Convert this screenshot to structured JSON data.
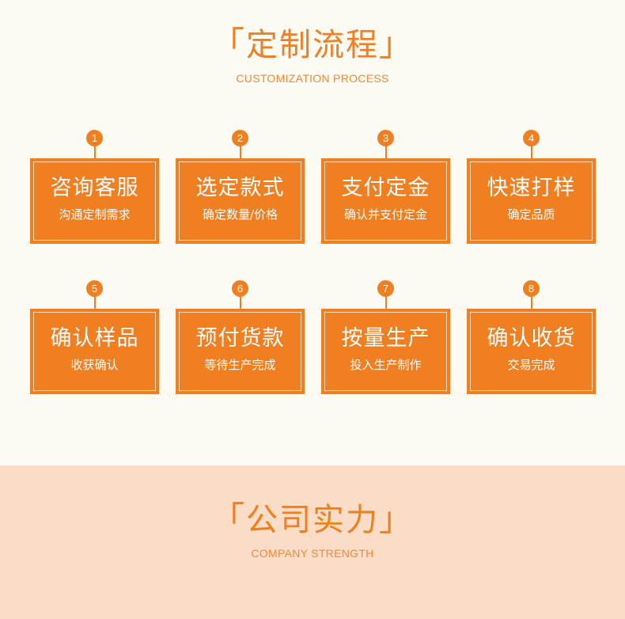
{
  "process": {
    "title": "定制流程",
    "subtitle": "CUSTOMIZATION PROCESS",
    "bracket_open": "「",
    "bracket_close": "」",
    "steps": [
      {
        "num": "1",
        "title": "咨询客服",
        "desc": "沟通定制需求"
      },
      {
        "num": "2",
        "title": "选定款式",
        "desc": "确定数量/价格"
      },
      {
        "num": "3",
        "title": "支付定金",
        "desc": "确认并支付定金"
      },
      {
        "num": "4",
        "title": "快速打样",
        "desc": "确定品质"
      },
      {
        "num": "5",
        "title": "确认样品",
        "desc": "收获确认"
      },
      {
        "num": "6",
        "title": "预付货款",
        "desc": "等待生产完成"
      },
      {
        "num": "7",
        "title": "按量生产",
        "desc": "投入生产制作"
      },
      {
        "num": "8",
        "title": "确认收货",
        "desc": "交易完成"
      }
    ]
  },
  "strength": {
    "title": "公司实力",
    "subtitle": "COMPANY STRENGTH"
  },
  "colors": {
    "accent": "#f07f21",
    "page_bg": "#fefaf4",
    "strength_bg": "#fbdcc6"
  }
}
